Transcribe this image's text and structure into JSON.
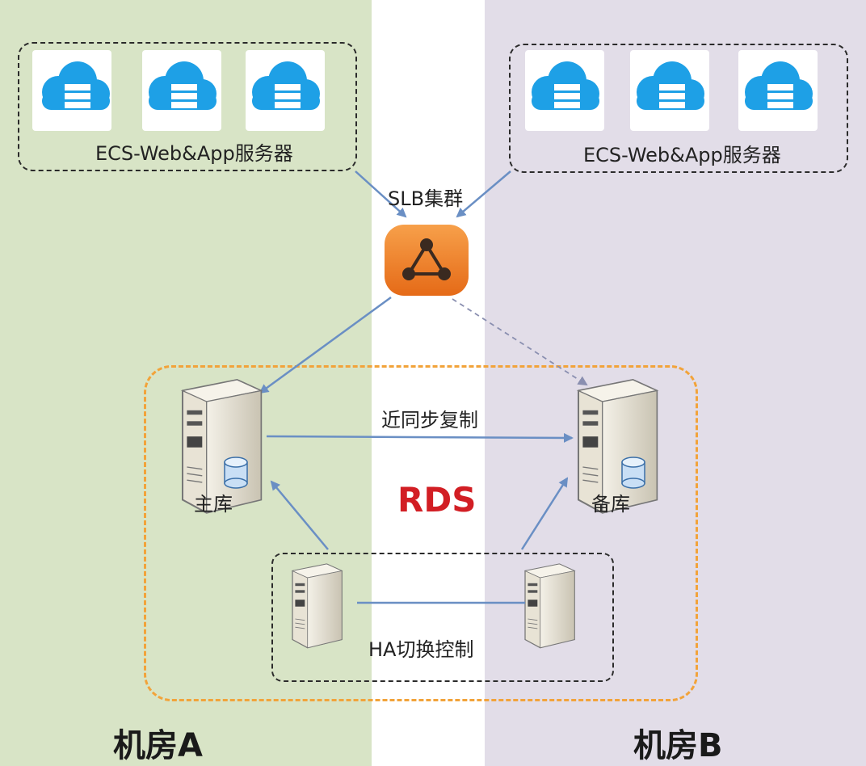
{
  "zones": {
    "a_label": "机房A",
    "b_label": "机房B"
  },
  "left_group": {
    "label": "ECS-Web&App服务器"
  },
  "right_group": {
    "label": "ECS-Web&App服务器"
  },
  "slb": {
    "label": "SLB集群",
    "icon": "load-balancer-icon"
  },
  "rds": {
    "label": "RDS"
  },
  "replication": {
    "label": "近同步复制"
  },
  "primary_db": {
    "label": "主库"
  },
  "standby_db": {
    "label": "备库"
  },
  "ha": {
    "label": "HA切换控制"
  },
  "colors": {
    "zone_a": "#d8e4c6",
    "zone_b": "#e2dde8",
    "rds": "#d21e24",
    "orange": "#f2a33a",
    "cloud": "#1ea0e6",
    "arrow": "#6a8fc4"
  }
}
